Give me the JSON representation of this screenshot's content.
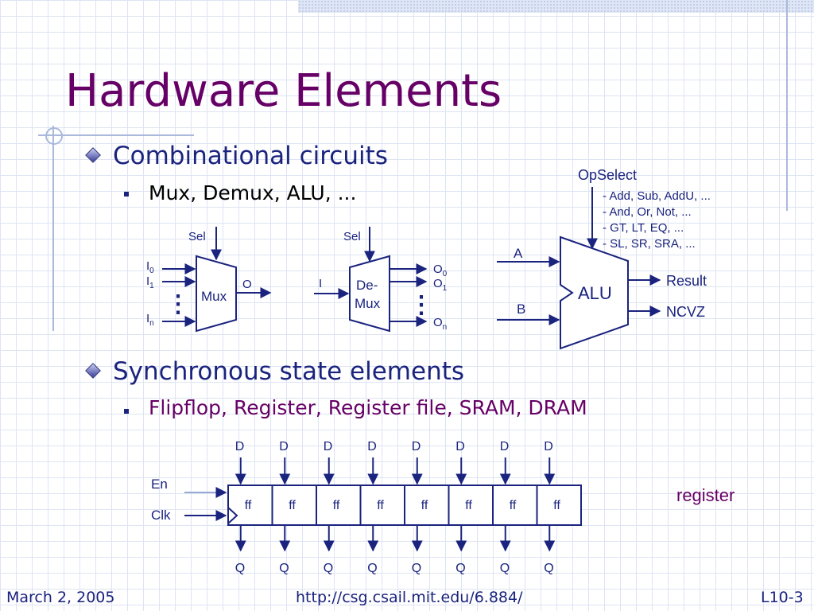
{
  "slide": {
    "title": "Hardware Elements",
    "bullets": [
      {
        "text": "Combinational circuits",
        "sub": "Mux, Demux, ALU, ..."
      },
      {
        "text": "Synchronous state elements",
        "sub": "Flipflop, Register, Register file, SRAM, DRAM"
      }
    ]
  },
  "mux": {
    "sel": "Sel",
    "label": "Mux",
    "in0": "I",
    "in0_sub": "0",
    "in1": "I",
    "in1_sub": "1",
    "inn": "I",
    "inn_sub": "n",
    "out": "O",
    "dots": "⋮"
  },
  "demux": {
    "sel": "Sel",
    "label_line1": "De-",
    "label_line2": "Mux",
    "in": "I",
    "out0": "O",
    "out0_sub": "0",
    "out1": "O",
    "out1_sub": "1",
    "outn": "O",
    "outn_sub": "n",
    "dots": "⋮"
  },
  "alu": {
    "label": "ALU",
    "opselect": "OpSelect",
    "ops": [
      "- Add, Sub, AddU, ...",
      "- And, Or, Not, ...",
      "- GT, LT, EQ, ...",
      "- SL, SR, SRA, ..."
    ],
    "in_a": "A",
    "in_b": "B",
    "out_result": "Result",
    "out_flags": "NCVZ"
  },
  "register": {
    "label": "register",
    "en": "En",
    "clk": "Clk",
    "cell": "ff",
    "d": "D",
    "q": "Q",
    "count": 8
  },
  "footer": {
    "date": "March 2, 2005",
    "url": "http://csg.csail.mit.edu/6.884/",
    "page": "L10-3"
  },
  "colors": {
    "title": "#660066",
    "text": "#1a237e",
    "sub_text_1": "#000000",
    "sub_text_2": "#660066",
    "diagram": "#1a237e",
    "register_label": "#660066"
  }
}
